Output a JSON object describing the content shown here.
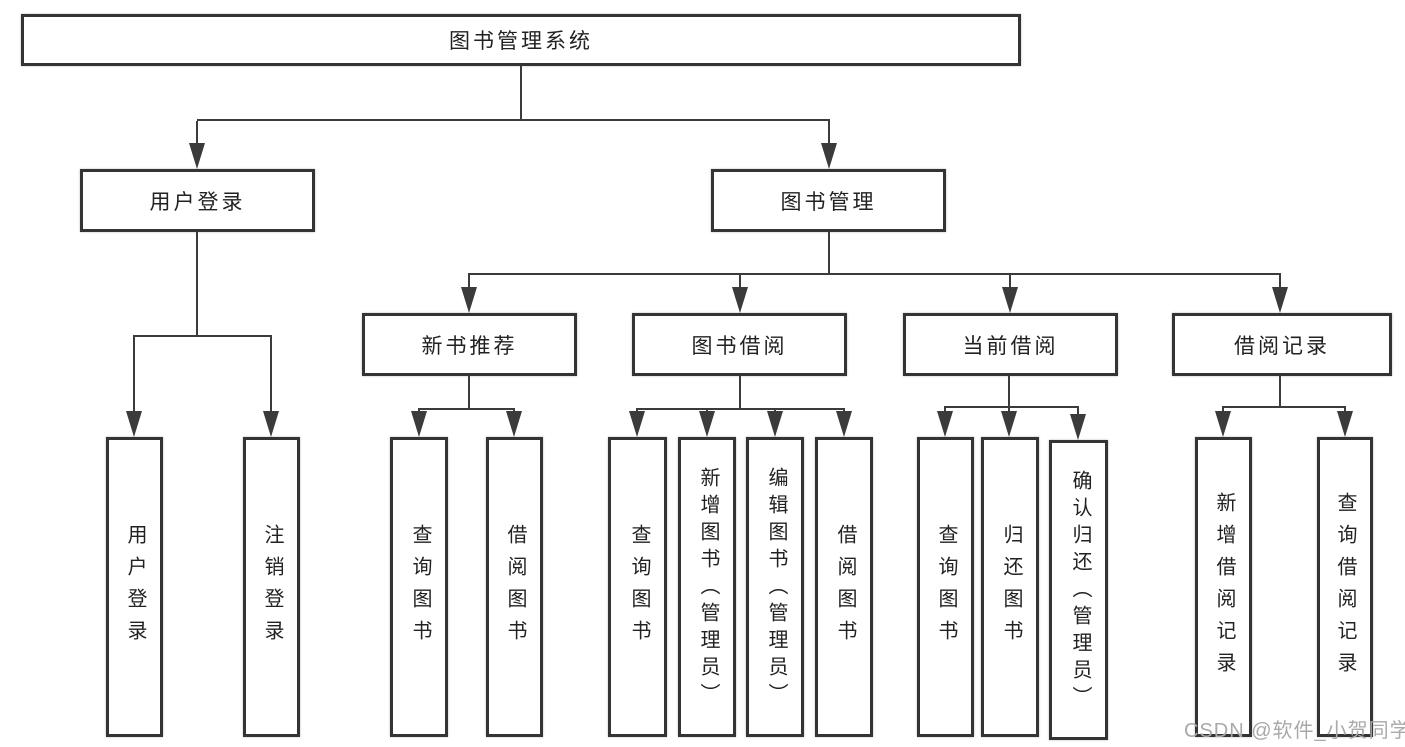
{
  "colors": {
    "background": "#ffffff",
    "line": "#3b3b3b",
    "box_border": "#343434",
    "text": "#222222",
    "watermark": "#a9a9a9"
  },
  "watermark": "CSDN @软件_小贺同学",
  "tree": {
    "root": {
      "label": "图书管理系统"
    },
    "branches": [
      {
        "label": "用户登录",
        "children": [
          {
            "label": "用户登录"
          },
          {
            "label": "注销登录"
          }
        ]
      },
      {
        "label": "图书管理",
        "children": [
          {
            "label": "新书推荐",
            "children": [
              {
                "label": "查询图书"
              },
              {
                "label": "借阅图书"
              }
            ]
          },
          {
            "label": "图书借阅",
            "children": [
              {
                "label": "查询图书"
              },
              {
                "label": "新增图书（管理员）"
              },
              {
                "label": "编辑图书（管理员）"
              },
              {
                "label": "借阅图书"
              }
            ]
          },
          {
            "label": "当前借阅",
            "children": [
              {
                "label": "查询图书"
              },
              {
                "label": "归还图书"
              },
              {
                "label": "确认归还（管理员）"
              }
            ]
          },
          {
            "label": "借阅记录",
            "children": [
              {
                "label": "新增借阅记录"
              },
              {
                "label": "查询借阅记录"
              }
            ]
          }
        ]
      }
    ]
  }
}
